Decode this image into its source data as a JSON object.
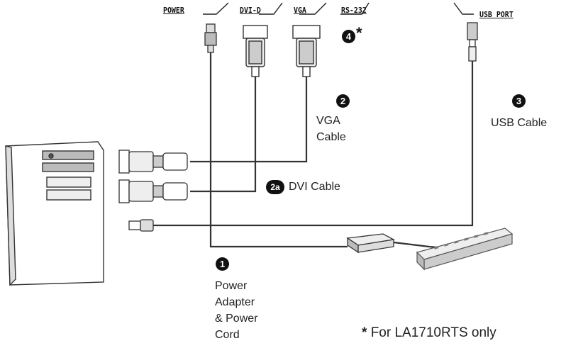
{
  "ports": {
    "power": "POWER",
    "dvi": "DVI-D",
    "vga": "VGA",
    "rs232": "RS-232",
    "usb": "USB PORT"
  },
  "steps": {
    "s1": {
      "num": "1",
      "text_lines": [
        "Power",
        "Adapter",
        "& Power",
        "Cord"
      ]
    },
    "s2": {
      "num": "2",
      "text_lines": [
        "VGA",
        "Cable"
      ]
    },
    "s2a": {
      "num": "2a",
      "text": "DVI Cable"
    },
    "s3": {
      "num": "3",
      "text": "USB Cable"
    },
    "s4": {
      "num": "4",
      "mark": "*"
    }
  },
  "footnote": {
    "mark": "*",
    "text": "For LA1710RTS only"
  }
}
